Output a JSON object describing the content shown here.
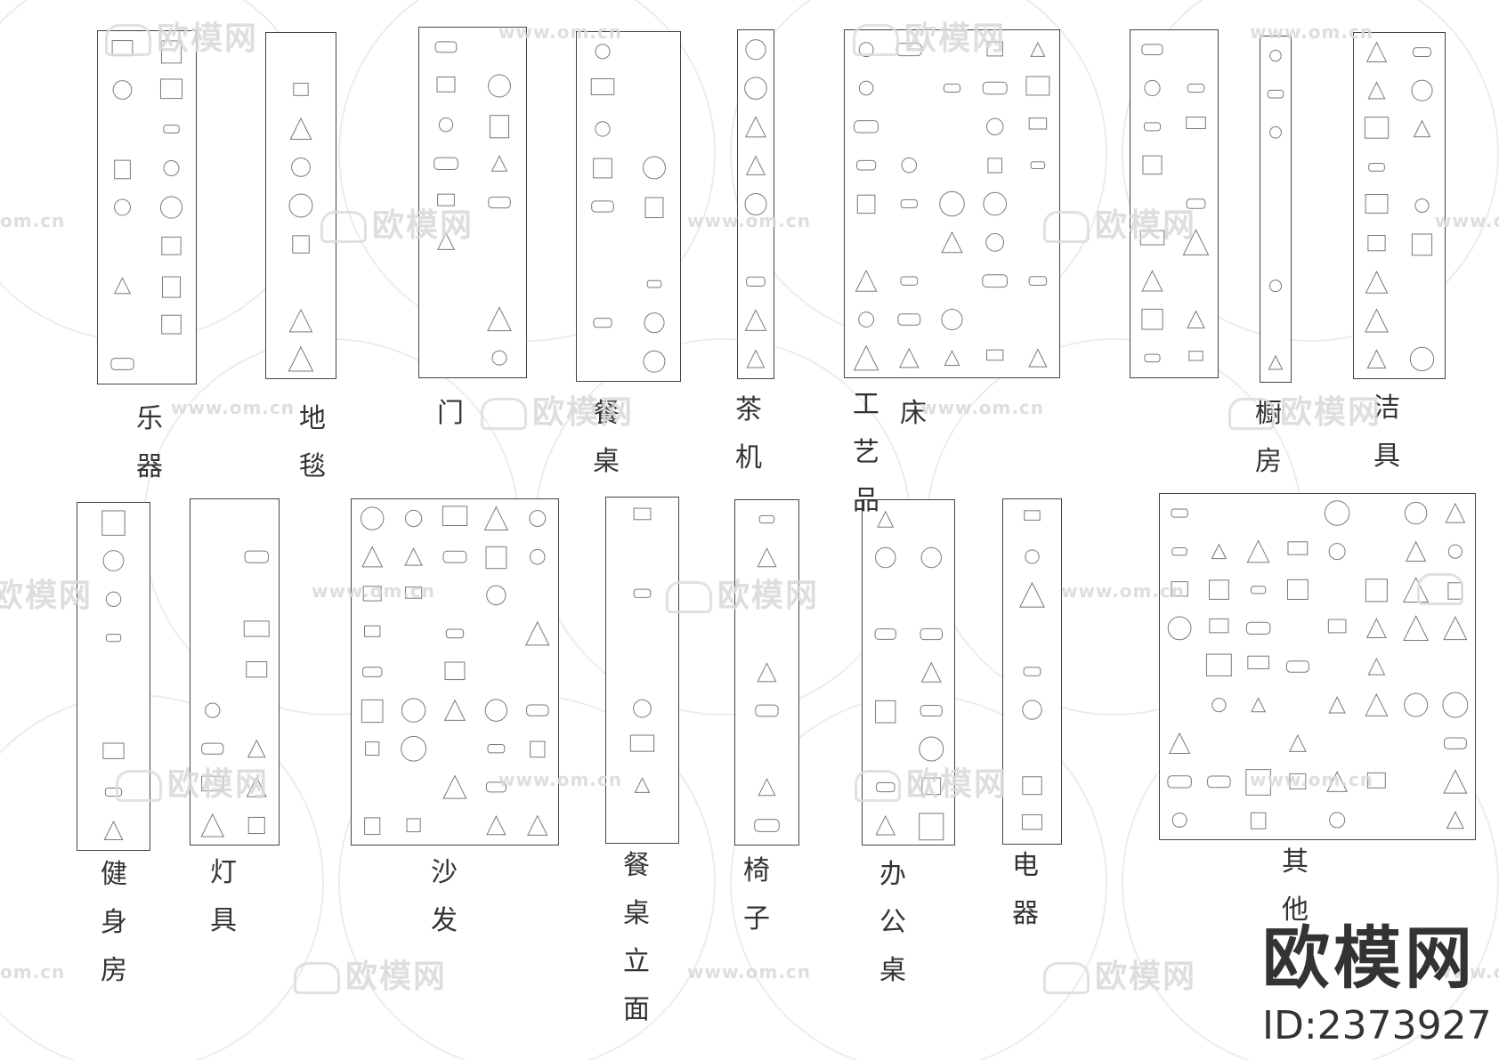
{
  "diagram": {
    "categories": [
      {
        "id": "instruments",
        "label": "乐器"
      },
      {
        "id": "carpet",
        "label": "地毯"
      },
      {
        "id": "door",
        "label": "门"
      },
      {
        "id": "dining-table",
        "label": "餐桌"
      },
      {
        "id": "tea-machine",
        "label": "茶机"
      },
      {
        "id": "crafts",
        "label": "工艺品"
      },
      {
        "id": "bed",
        "label": "床"
      },
      {
        "id": "kitchen",
        "label": "橱房"
      },
      {
        "id": "sanitary",
        "label": "洁具"
      },
      {
        "id": "gym",
        "label": "健身房"
      },
      {
        "id": "lamps",
        "label": "灯具"
      },
      {
        "id": "sofa",
        "label": "沙发"
      },
      {
        "id": "dining-elevation",
        "label": "餐桌立面"
      },
      {
        "id": "chair",
        "label": "椅子"
      },
      {
        "id": "office-desk",
        "label": "办公桌"
      },
      {
        "id": "appliances",
        "label": "电器"
      },
      {
        "id": "other",
        "label": "其他"
      }
    ]
  },
  "watermark": {
    "brand": "欧模网",
    "url": "www.om.cn",
    "url_short": "om.cn"
  },
  "brand": {
    "name": "欧模网",
    "id_text": "ID:2373927"
  },
  "colors": {
    "line": "#444444",
    "symbol": "#7a7a7a",
    "watermark": "#d9d9d9",
    "text": "#333333"
  }
}
